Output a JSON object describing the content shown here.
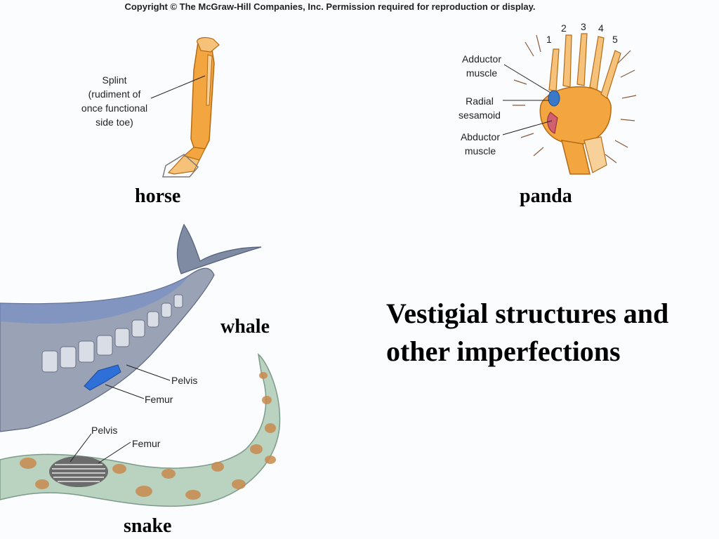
{
  "copyright": "Copyright © The McGraw-Hill Companies, Inc. Permission required for reproduction or display.",
  "title_line1": "Vestigial structures and",
  "title_line2": "other imperfections",
  "animals": {
    "horse": "horse",
    "panda": "panda",
    "whale": "whale",
    "snake": "snake"
  },
  "horse_labels": {
    "line1": "Splint",
    "line2": "(rudiment of",
    "line3": "once functional",
    "line4": "side toe)"
  },
  "panda_labels": {
    "adductor1": "Adductor",
    "adductor2": "muscle",
    "radial1": "Radial",
    "radial2": "sesamoid",
    "abductor1": "Abductor",
    "abductor2": "muscle",
    "digits": [
      "1",
      "2",
      "3",
      "4",
      "5"
    ]
  },
  "whale_labels": {
    "pelvis": "Pelvis",
    "femur": "Femur"
  },
  "snake_labels": {
    "pelvis": "Pelvis",
    "femur": "Femur"
  },
  "colors": {
    "bone": "#f3a640",
    "whale": "#8f97ab",
    "whale_blue": "#2f6fd8",
    "snake_body": "#b9d3c0",
    "snake_spots": "#c98a4d"
  }
}
